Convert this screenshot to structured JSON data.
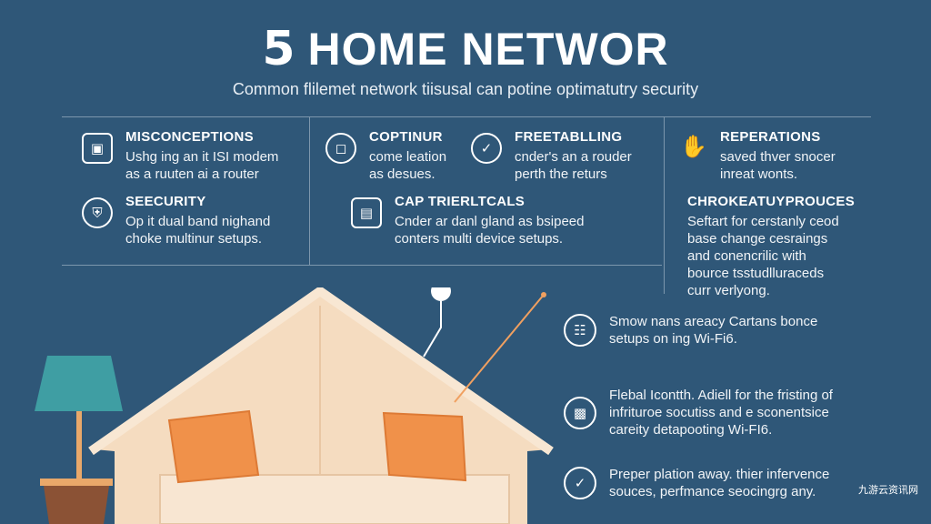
{
  "title": {
    "number": "5",
    "text": "HOME NETWOR"
  },
  "subtitle": "Common flilemet network tiisusal can potine optimatutry security",
  "blocks": {
    "misconceptions": {
      "heading": "MISCONCEPTIONS",
      "lines": [
        "Ushg ing an it ISI modem",
        "as a ruuten ai a router"
      ]
    },
    "security": {
      "heading": "SEECURITY",
      "lines": [
        "Op it dual band nighand",
        "choke multinur setups."
      ]
    },
    "coptinur": {
      "heading": "COPTINUR",
      "lines": [
        "come leation",
        "as desues."
      ]
    },
    "freetabling": {
      "heading": "FREETABLLING",
      "lines": [
        "cnder's an a rouder",
        "perth the returs"
      ]
    },
    "cap_trierltcals": {
      "heading": "CAP TRIERLTCALS",
      "lines": [
        "Cnder ar danl gland as bsipeed",
        "conters multi device setups."
      ]
    },
    "reperations": {
      "heading": "REPERATIONS",
      "lines": [
        "saved thver snocer",
        "inreat wonts."
      ]
    },
    "chrokeatuy": {
      "heading": "CHROKEATUYPROUCES",
      "lines": [
        "Seftart for cerstanly ceod",
        "base change cesraings",
        "and conencrilic with",
        "bource tsstudlluraceds",
        "curr verlyong."
      ]
    }
  },
  "right_items": [
    {
      "icon": "globe-icon",
      "lines": [
        "Smow nans areacy Cartans bonce",
        "setups on ing Wi-Fi6."
      ]
    },
    {
      "icon": "router-icon",
      "lines": [
        "Flebal Icontth. Adiell for the fristing of",
        "infrituroe socutiss and e sconentsice",
        "careity detapooting Wi-FI6."
      ]
    },
    {
      "icon": "check-icon",
      "lines": [
        "Preper plation away. thier infervence",
        "souces, perfmance seocingrg any."
      ]
    }
  ],
  "watermark": "九游云资讯网",
  "colors": {
    "background": "#2f5778",
    "house": "#f5dcc0",
    "roof": "#f6e3cc",
    "pillow": "#f0914a",
    "lamp_shade": "#3f9ea3",
    "lamp_pole": "#e9a86a",
    "pot": "#8b5235",
    "antenna": "#f0a060"
  }
}
